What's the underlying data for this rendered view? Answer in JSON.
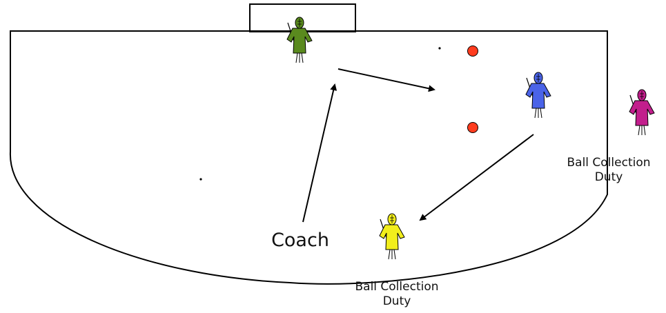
{
  "labels": {
    "coach": "Coach",
    "ball_collection_right": [
      "Ball Collection",
      "Duty"
    ],
    "ball_collection_bottom": [
      "Ball Collection",
      "Duty"
    ]
  },
  "players": [
    {
      "name": "goalkeeper-green",
      "color": "#5a8a1e"
    },
    {
      "name": "player-blue",
      "color": "#4a63e8"
    },
    {
      "name": "player-magenta",
      "color": "#c21e8c"
    },
    {
      "name": "player-yellow",
      "color": "#f2ee1c"
    }
  ],
  "balls": {
    "color": "#ff3c1e",
    "count": 2
  }
}
